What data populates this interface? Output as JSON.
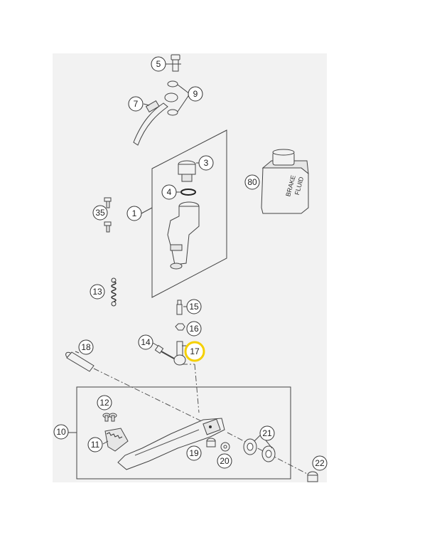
{
  "callouts": {
    "c5": "5",
    "c9": "9",
    "c7": "7",
    "c3": "3",
    "c4": "4",
    "c80": "80",
    "c35": "35",
    "c1": "1",
    "c13": "13",
    "c15": "15",
    "c16": "16",
    "c14": "14",
    "c17": "17",
    "c18": "18",
    "c12": "12",
    "c10": "10",
    "c11": "11",
    "c21": "21",
    "c19": "19",
    "c20": "20",
    "c22": "22"
  },
  "bottle_label": {
    "line1": "BRAKE",
    "line2": "FLUID"
  },
  "highlight": {
    "callout": "17",
    "color": "#f5d000"
  },
  "colors": {
    "background_panel": "#f2f2f2",
    "line": "#444444"
  }
}
